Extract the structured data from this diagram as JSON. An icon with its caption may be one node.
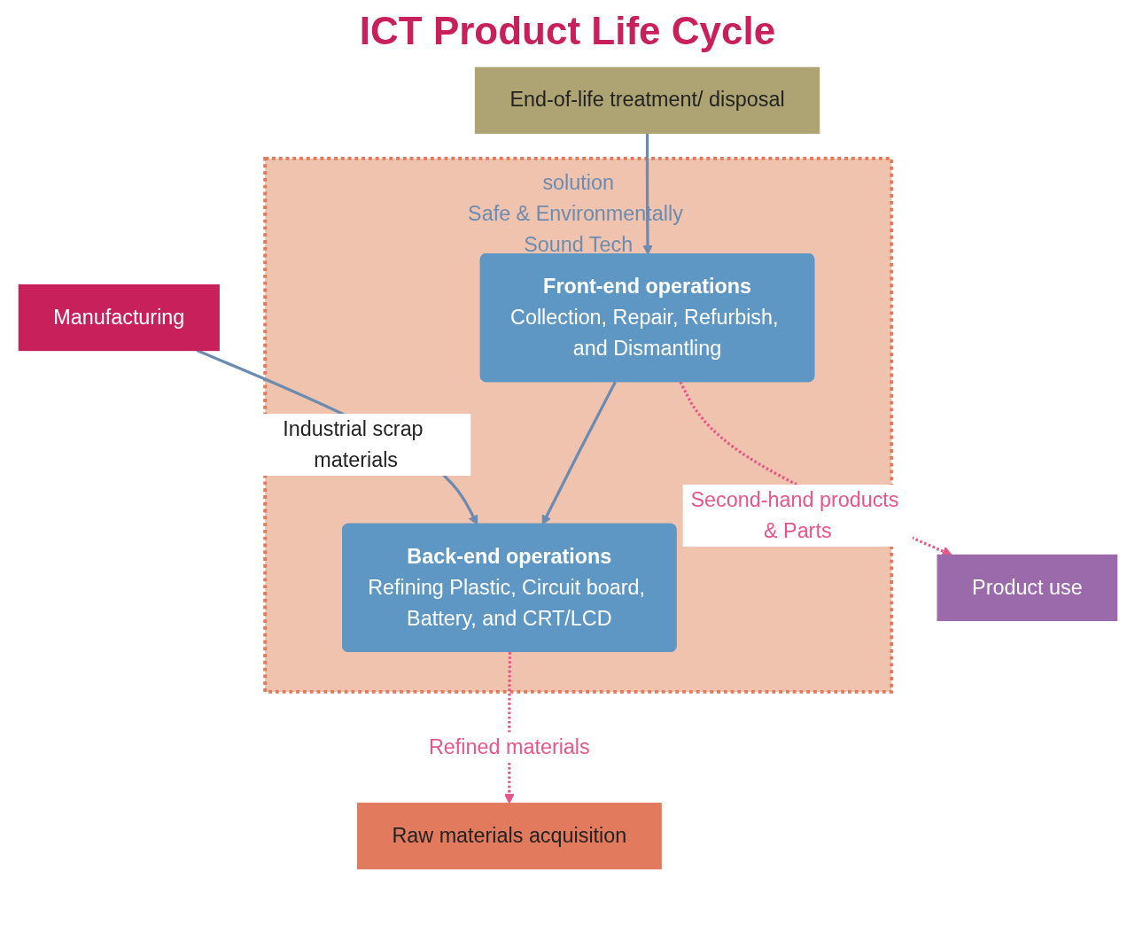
{
  "diagram": {
    "title": "ICT Product Life Cycle",
    "nodes": [
      {
        "text": [
          "Manufacturing"
        ]
      },
      {
        "text": [
          "Product use"
        ]
      },
      {
        "text": [
          "End-of-life treatment/ disposal"
        ]
      },
      {
        "text": [
          "Raw materials acquisition"
        ]
      },
      {
        "text": [
          "solution",
          "Safe & Environmentally Sound Tech"
        ]
      },
      {
        "text": [
          "Front-end operations",
          "Collection, Repair, Refurbish, and Dismantling"
        ],
        "in": 4
      },
      {
        "text": [
          "Back-end operations",
          "Refining Plastic, Circuit board, Battery, and CRT/LCD"
        ],
        "in": 4
      }
    ],
    "edges": [
      {
        "from": 0,
        "to": 6,
        "arrow": "to",
        "label": "Industrial scrap materials"
      },
      {
        "from": 2,
        "to": 5,
        "arrow": "to"
      },
      {
        "from": 5,
        "to": 6,
        "arrow": "to"
      },
      {
        "from": 5,
        "to": 1,
        "arrow": "to",
        "label": "Second-hand products & Parts",
        "style": "dashed",
        "color": "#e8558a"
      },
      {
        "from": 6,
        "to": 3,
        "arrow": "to",
        "label": "Refined materials",
        "style": "dashed",
        "color": "#e8558a"
      }
    ]
  }
}
